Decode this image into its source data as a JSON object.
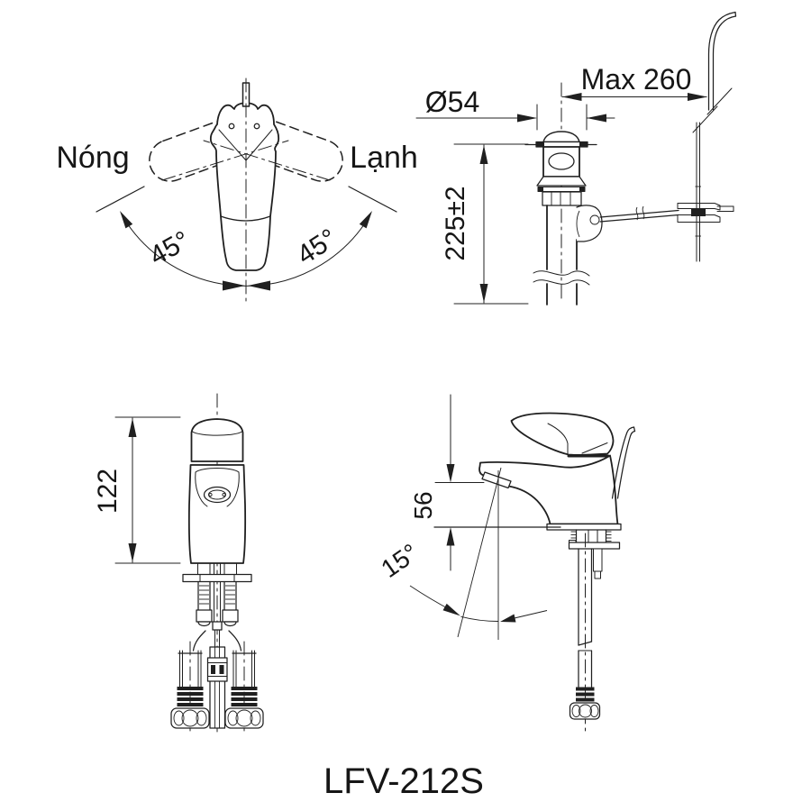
{
  "model_label": "LFV-212S",
  "colors": {
    "line": "#202020",
    "background": "#ffffff",
    "text": "#161616"
  },
  "top_view": {
    "hot_label": "Nóng",
    "cold_label": "Lạnh",
    "left_angle_label": "45°",
    "right_angle_label": "45°"
  },
  "drain_view": {
    "diameter_label": "Ø54",
    "max_reach_label": "Max 260",
    "height_label": "225±2"
  },
  "front_view": {
    "height_label": "122"
  },
  "side_view": {
    "spout_height_label": "56",
    "spout_angle_label": "15°"
  }
}
